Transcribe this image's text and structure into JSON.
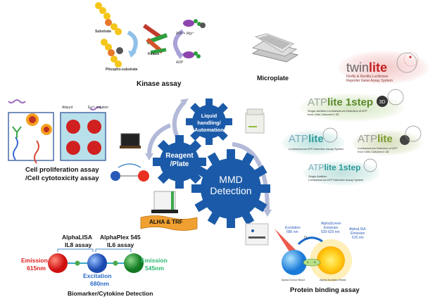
{
  "kinase": {
    "title": "Kinase assay",
    "substrate": "Substrate",
    "phospho_substrate": "Phospho-substrate",
    "kinase": "Kinase",
    "atp": "ATP + Mg²⁺",
    "adp": "ADP",
    "phosphate": "P"
  },
  "microplate": {
    "title": "Microplate"
  },
  "logos": {
    "twinlite": {
      "prefix": "twin",
      "suffix": "lite",
      "line1": "Firefly & Renilla Luciferase",
      "line2": "Reporter Gene Assay System"
    },
    "atplite_1step_top": {
      "prefix": "ATP",
      "suffix": "lite 1step",
      "line1": "Single-Addition Luminescence Detection of ATP",
      "line2": "from Cells Cultured in 3D"
    },
    "atplite_left": {
      "prefix": "ATP",
      "suffix": "lite",
      "line1": "Luminescence ATP Detection Assay System"
    },
    "atplite_3d": {
      "prefix": "ATP",
      "suffix": "lite",
      "line1": "Luminescence Detection of ATP",
      "line2": "from Cells Cultured in 3D"
    },
    "atplite_1step_bottom": {
      "prefix": "ATP",
      "suffix": "lite 1step",
      "line1": "Single Addition",
      "line2": "Luminescence ATP Detection Assay System"
    }
  },
  "gears": {
    "liquid_handling": {
      "line1": "Liquid",
      "line2": "handling/",
      "line3": "Automation"
    },
    "reagent": {
      "line1": "Reagent",
      "line2": "/Plate"
    },
    "mmd": {
      "line1": "MMD",
      "line2": "Detection"
    },
    "color": "#1b5aa8"
  },
  "cell_assay": {
    "line1": "Cell proliferation assay",
    "line2": "/Cell cytotoxicity assay",
    "aliquot": "Aliquot",
    "solution": "Eu³⁺ solution"
  },
  "banner": {
    "label": "ALHA & TRF",
    "color": "#f0a030"
  },
  "biomarker": {
    "title": "Biomarker/Cytokine Detection",
    "alphalisa": "AlphaLISA",
    "il8": "IL8 assay",
    "alphaplex": "AlphaPlex 545",
    "il6": "IL6 assay",
    "emission_left": "Emission",
    "emission_left_nm": "615nm",
    "excitation": "Excitation",
    "excitation_nm": "680nm",
    "emission_right": "Emission",
    "emission_right_nm": "545nm"
  },
  "protein": {
    "title": "Protein binding assay",
    "excitation": "Excitation",
    "excitation_nm": "680 nm",
    "o2": "O₂",
    "alphascreen": "AlphaScreen",
    "alphascreen_emission": "Emission",
    "alphascreen_nm": "520-620 nm",
    "alphalisa": "AlphaLISA",
    "alphalisa_emission": "Emission",
    "alphalisa_nm": "615 nm",
    "donor": "Alpha Donor Bead",
    "acceptor": "Alpha Acceptor Bead",
    "a": "A",
    "b": "B"
  }
}
